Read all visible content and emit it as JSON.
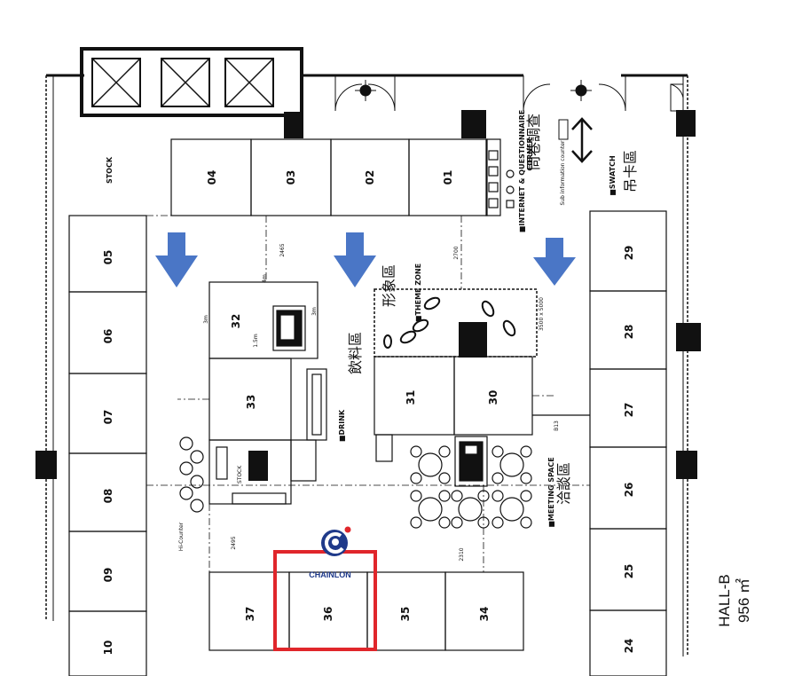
{
  "booths": {
    "b01": "01",
    "b02": "02",
    "b03": "03",
    "b04": "04",
    "b05": "05",
    "b06": "06",
    "b07": "07",
    "b08": "08",
    "b09": "09",
    "b10": "10",
    "b24": "24",
    "b25": "25",
    "b26": "26",
    "b27": "27",
    "b28": "28",
    "b29": "29",
    "b30": "30",
    "b31": "31",
    "b32": "32",
    "b33": "33",
    "b34": "34",
    "b35": "35",
    "b36": "36",
    "b37": "37"
  },
  "labels": {
    "stock_left": "STOCK",
    "stock_inner": "STOCK",
    "drink_en": "■DRINK",
    "drink_zh": "飲料區",
    "theme_en": "■THEME ZONE",
    "theme_zh": "形象區",
    "theme_size": "3500 x 5000",
    "meeting_en": "■MEETING SPACE",
    "meeting_zh": "洽談區",
    "swatch_en": "■SWATCH",
    "swatch_zh": "吊卡區",
    "internet_en1": "■INTERNET & QUESTIONNAIRE",
    "internet_en2": "CORNER",
    "internet_zh": "問卷調查",
    "sub_info": "Sub information counter",
    "hi_counter": "Hi-Counter",
    "dim_2465": "2465",
    "dim_2700": "2700",
    "dim_2495": "2495",
    "dim_3m_a": "3m",
    "dim_3m_b": "3m",
    "dim_4m": "4m",
    "dim_15m": "1.5m",
    "dim_2310": "2310",
    "label_b13": "B13"
  },
  "hall": {
    "name": "HALL-B",
    "area": "956 ㎡"
  },
  "highlight": {
    "brand": "CHAINLON",
    "booth": "36",
    "color": "#e0262b"
  },
  "colors": {
    "arrow": "#4a76c6",
    "line": "#111111",
    "brand_blue": "#1f3a8a",
    "brand_red": "#e0262b"
  }
}
